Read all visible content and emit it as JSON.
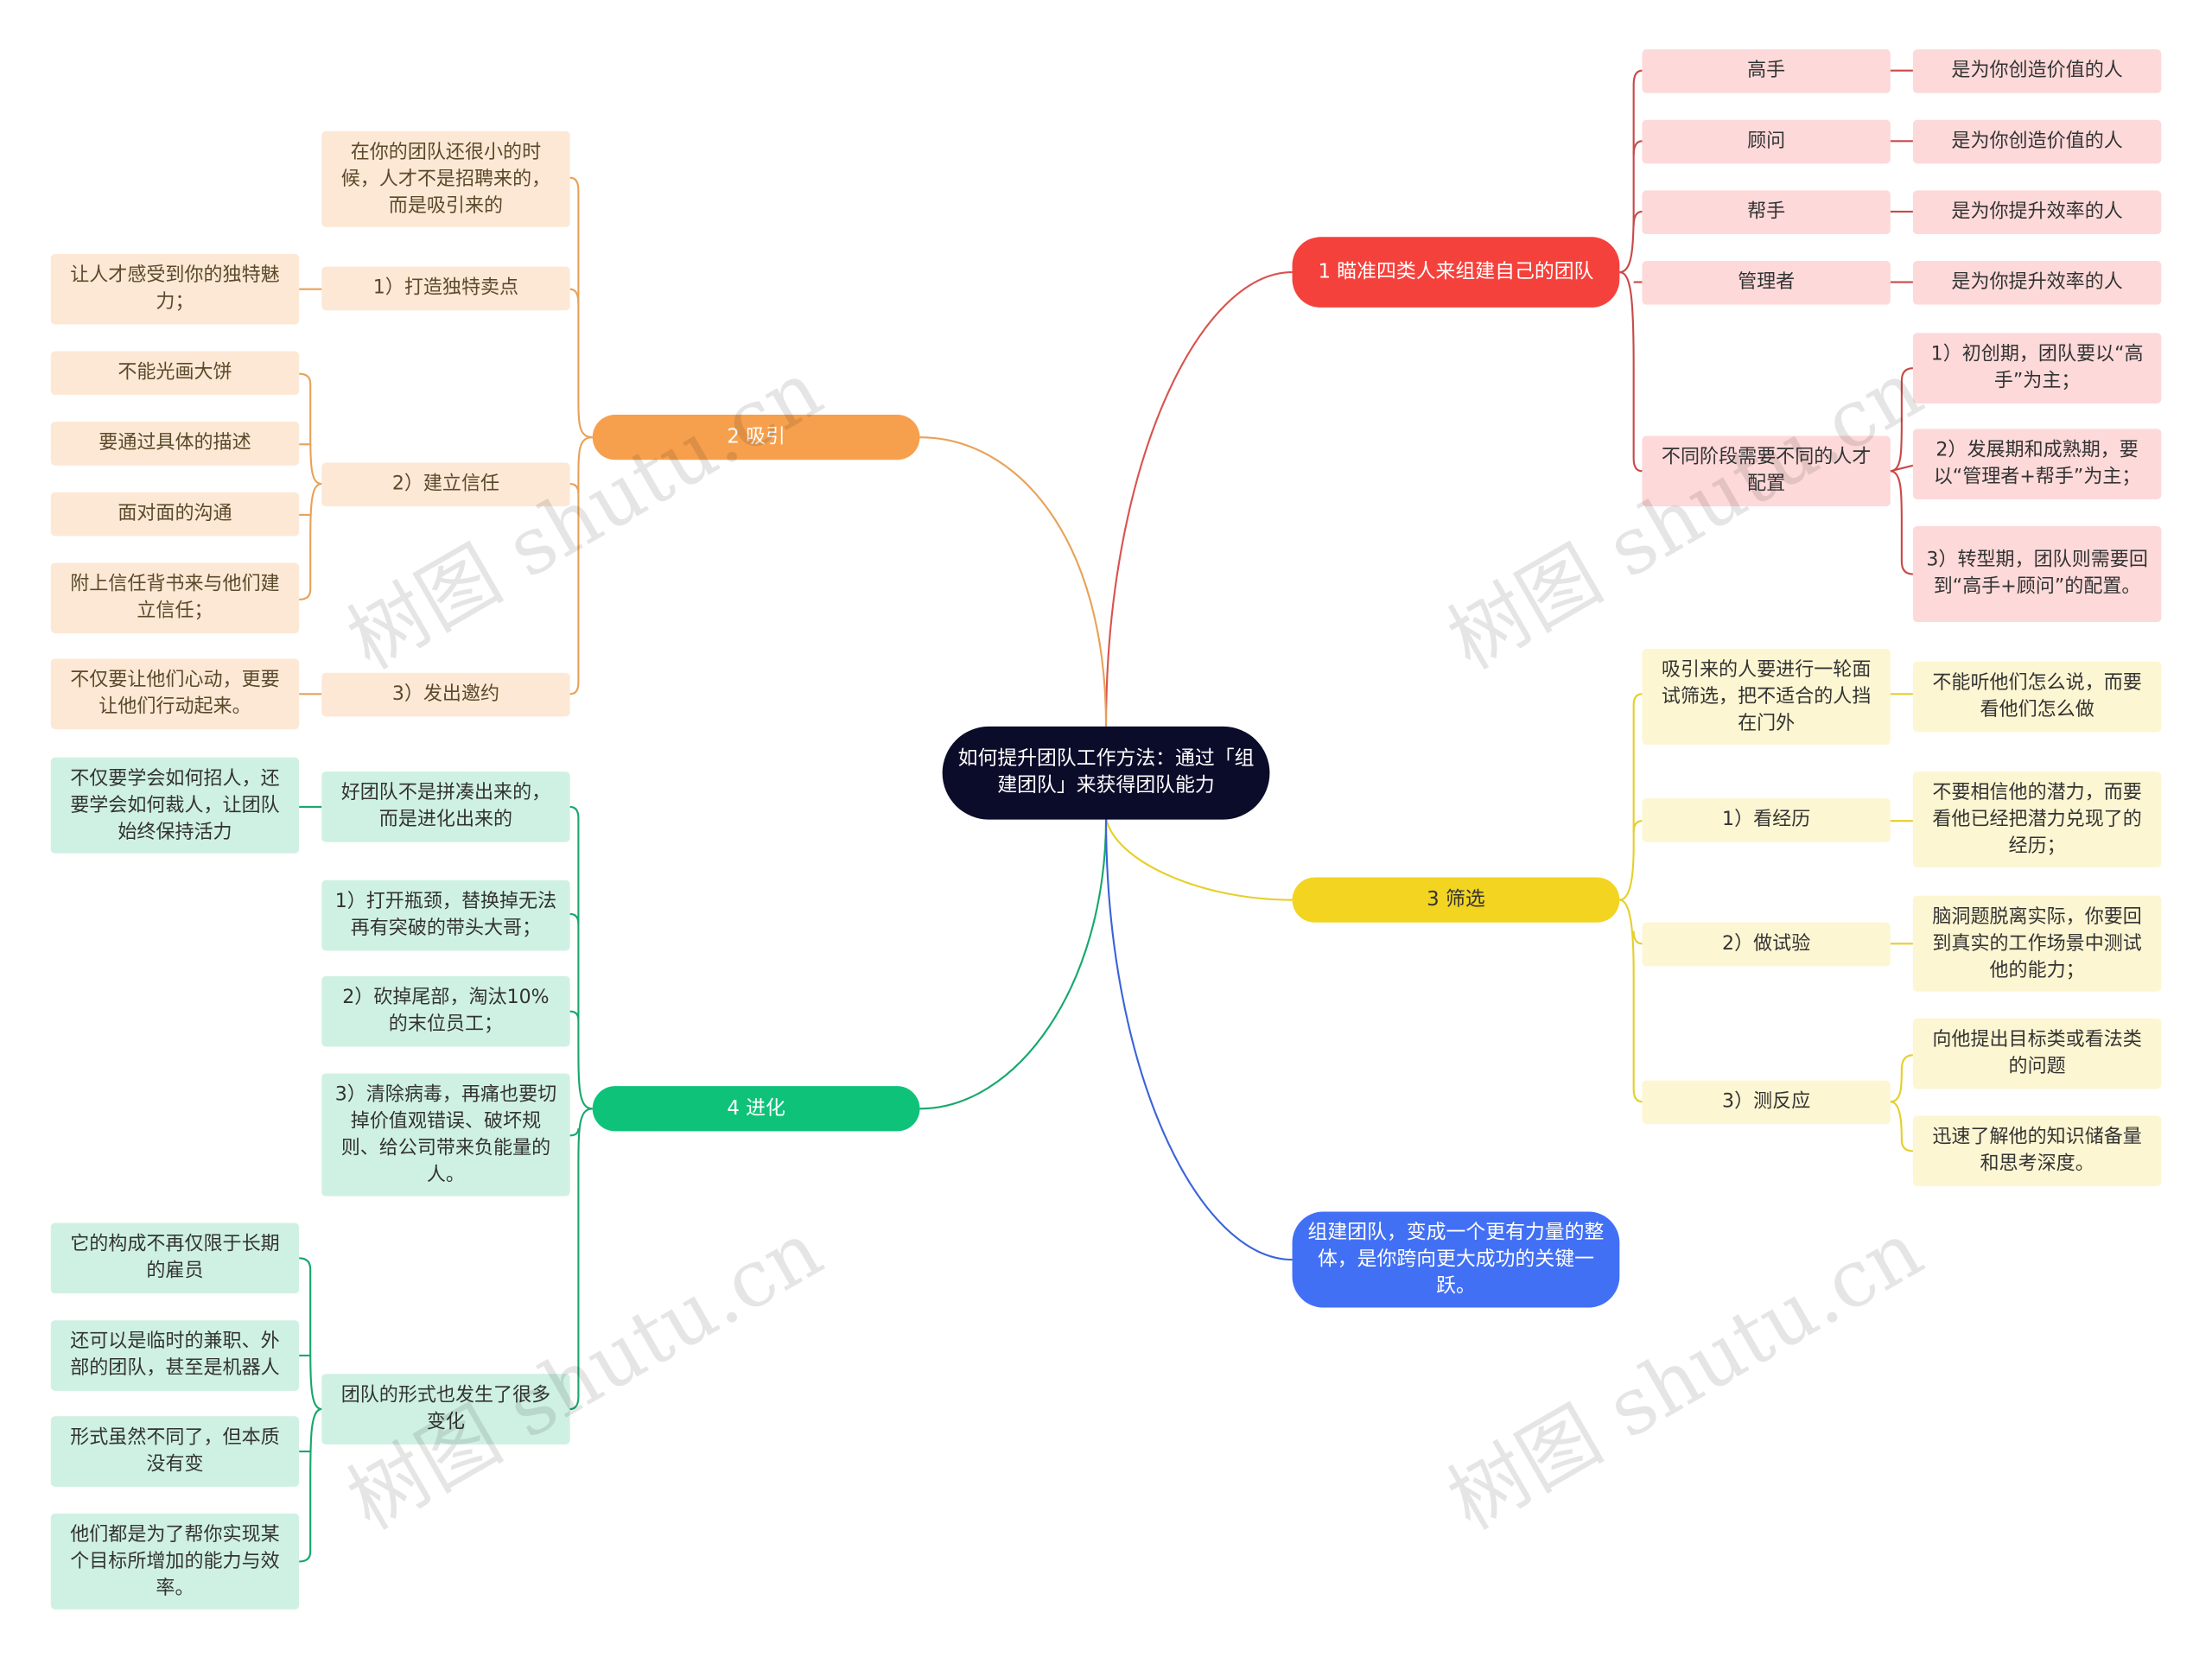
{
  "root": "如何提升团队工作方法：通过「组建团队」来获得团队能力",
  "watermark": "树图 shutu.cn",
  "colors": {
    "red": "#f5413c",
    "orange": "#f6a04d",
    "yellow": "#f2d421",
    "green": "#0fc27a",
    "blue": "#4270f5"
  },
  "branch1": {
    "title": "1  瞄准四类人来组建自己的团队",
    "items": [
      {
        "label": "高手",
        "detail": "是为你创造价值的人"
      },
      {
        "label": "顾问",
        "detail": "是为你创造价值的人"
      },
      {
        "label": "帮手",
        "detail": "是为你提升效率的人"
      },
      {
        "label": "管理者",
        "detail": "是为你提升效率的人"
      }
    ],
    "stage": {
      "label": "不同阶段需要不同的人才配置",
      "details": [
        "1）初创期，团队要以“高手”为主；",
        "2）发展期和成熟期，要以“管理者+帮手”为主；",
        "3）转型期，团队则需要回到“高手+顾问”的配置。"
      ]
    }
  },
  "branch2": {
    "title": "2  吸引",
    "intro": "在你的团队还很小的时候，人才不是招聘来的，而是吸引来的",
    "selling": {
      "label": "1）打造独特卖点",
      "detail": "让人才感受到你的独特魅力；"
    },
    "trust": {
      "label": "2）建立信任",
      "details": [
        "不能光画大饼",
        "要通过具体的描述",
        "面对面的沟通",
        "附上信任背书来与他们建立信任；"
      ]
    },
    "invite": {
      "label": "3）发出邀约",
      "detail": "不仅要让他们心动，更要让他们行动起来。"
    }
  },
  "branch3": {
    "title": "3  筛选",
    "interview": {
      "label": "吸引来的人要进行一轮面试筛选，把不适合的人挡在门外",
      "detail": "不能听他们怎么说，而要看他们怎么做"
    },
    "resume": {
      "label": "1）看经历",
      "detail": "不要相信他的潜力，而要看他已经把潜力兑现了的经历；"
    },
    "test": {
      "label": "2）做试验",
      "detail": "脑洞题脱离实际，你要回到真实的工作场景中测试他的能力；"
    },
    "reaction": {
      "label": "3）测反应",
      "details": [
        "向他提出目标类或看法类的问题",
        "迅速了解他的知识储备量和思考深度。"
      ]
    }
  },
  "branch4": {
    "title": "4  进化",
    "evolve": {
      "label": "好团队不是拼凑出来的，而是进化出来的",
      "detail": "不仅要学会如何招人，还要学会如何裁人，让团队始终保持活力"
    },
    "steps": [
      "1）打开瓶颈，替换掉无法再有突破的带头大哥；",
      "2）砍掉尾部，淘汰10%的末位员工；",
      "3）清除病毒，再痛也要切掉价值观错误、破坏规则、给公司带来负能量的人。"
    ],
    "form": {
      "label": "团队的形式也发生了很多变化",
      "details": [
        "它的构成不再仅限于长期的雇员",
        "还可以是临时的兼职、外部的团队，甚至是机器人",
        "形式虽然不同了，但本质没有变",
        "他们都是为了帮你实现某个目标所增加的能力与效率。"
      ]
    }
  },
  "branch5": {
    "title": "组建团队，变成一个更有力量的整体，是你跨向更大成功的关键一跃。"
  }
}
